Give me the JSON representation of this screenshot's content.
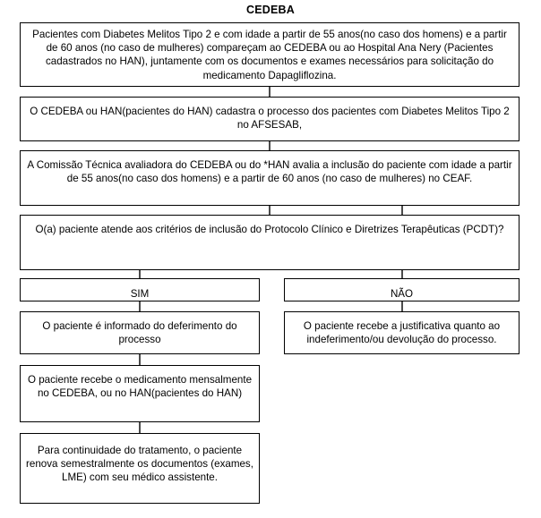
{
  "diagram": {
    "title": "CEDEBA",
    "type": "flowchart",
    "background": "#ffffff",
    "line_color": "#000000",
    "text_color": "#000000",
    "nodes": [
      {
        "id": "n1",
        "name": "step-patients-attend",
        "text": "Pacientes com Diabetes Melitos Tipo 2 e com idade a partir de 55 anos(no caso dos homens) e a partir de 60 anos (no caso de mulheres) compareçam ao CEDEBA ou ao Hospital Ana Nery (Pacientes cadastrados no HAN), juntamente com os documentos e exames necessários para solicitação do medicamento Dapagliflozina."
      },
      {
        "id": "n2",
        "name": "step-register-process",
        "text": "O CEDEBA ou HAN(pacientes do HAN) cadastra o processo dos pacientes com Diabetes Melitos Tipo 2 no AFSESAB,"
      },
      {
        "id": "n3",
        "name": "step-technical-commission",
        "text": "A Comissão Técnica avaliadora do CEDEBA  ou do *HAN avalia a inclusão do paciente com idade a partir de 55 anos(no caso dos homens) e a partir de 60 anos (no caso de mulheres) no CEAF."
      },
      {
        "id": "n4",
        "name": "decision-pcdt-criteria",
        "text": "O(a) paciente atende aos critérios de inclusão do Protocolo Clínico e Diretrizes Terapêuticas (PCDT)?"
      },
      {
        "id": "n5",
        "name": "branch-yes",
        "text": "SIM"
      },
      {
        "id": "n6",
        "name": "branch-no",
        "text": "NÃO"
      },
      {
        "id": "n7",
        "name": "step-approval-informed",
        "text": "O paciente é informado do deferimento do processo"
      },
      {
        "id": "n8",
        "name": "step-rejection-justification",
        "text": "O paciente recebe a justificativa quanto ao indeferimento/ou devolução do processo."
      },
      {
        "id": "n9",
        "name": "step-monthly-medication",
        "text": "O paciente recebe o medicamento mensalmente no CEDEBA, ou no HAN(pacientes do HAN)"
      },
      {
        "id": "n10",
        "name": "step-semiannual-renewal",
        "text": "Para continuidade do tratamento, o paciente renova semestralmente os documentos (exames, LME) com seu médico assistente."
      }
    ]
  }
}
